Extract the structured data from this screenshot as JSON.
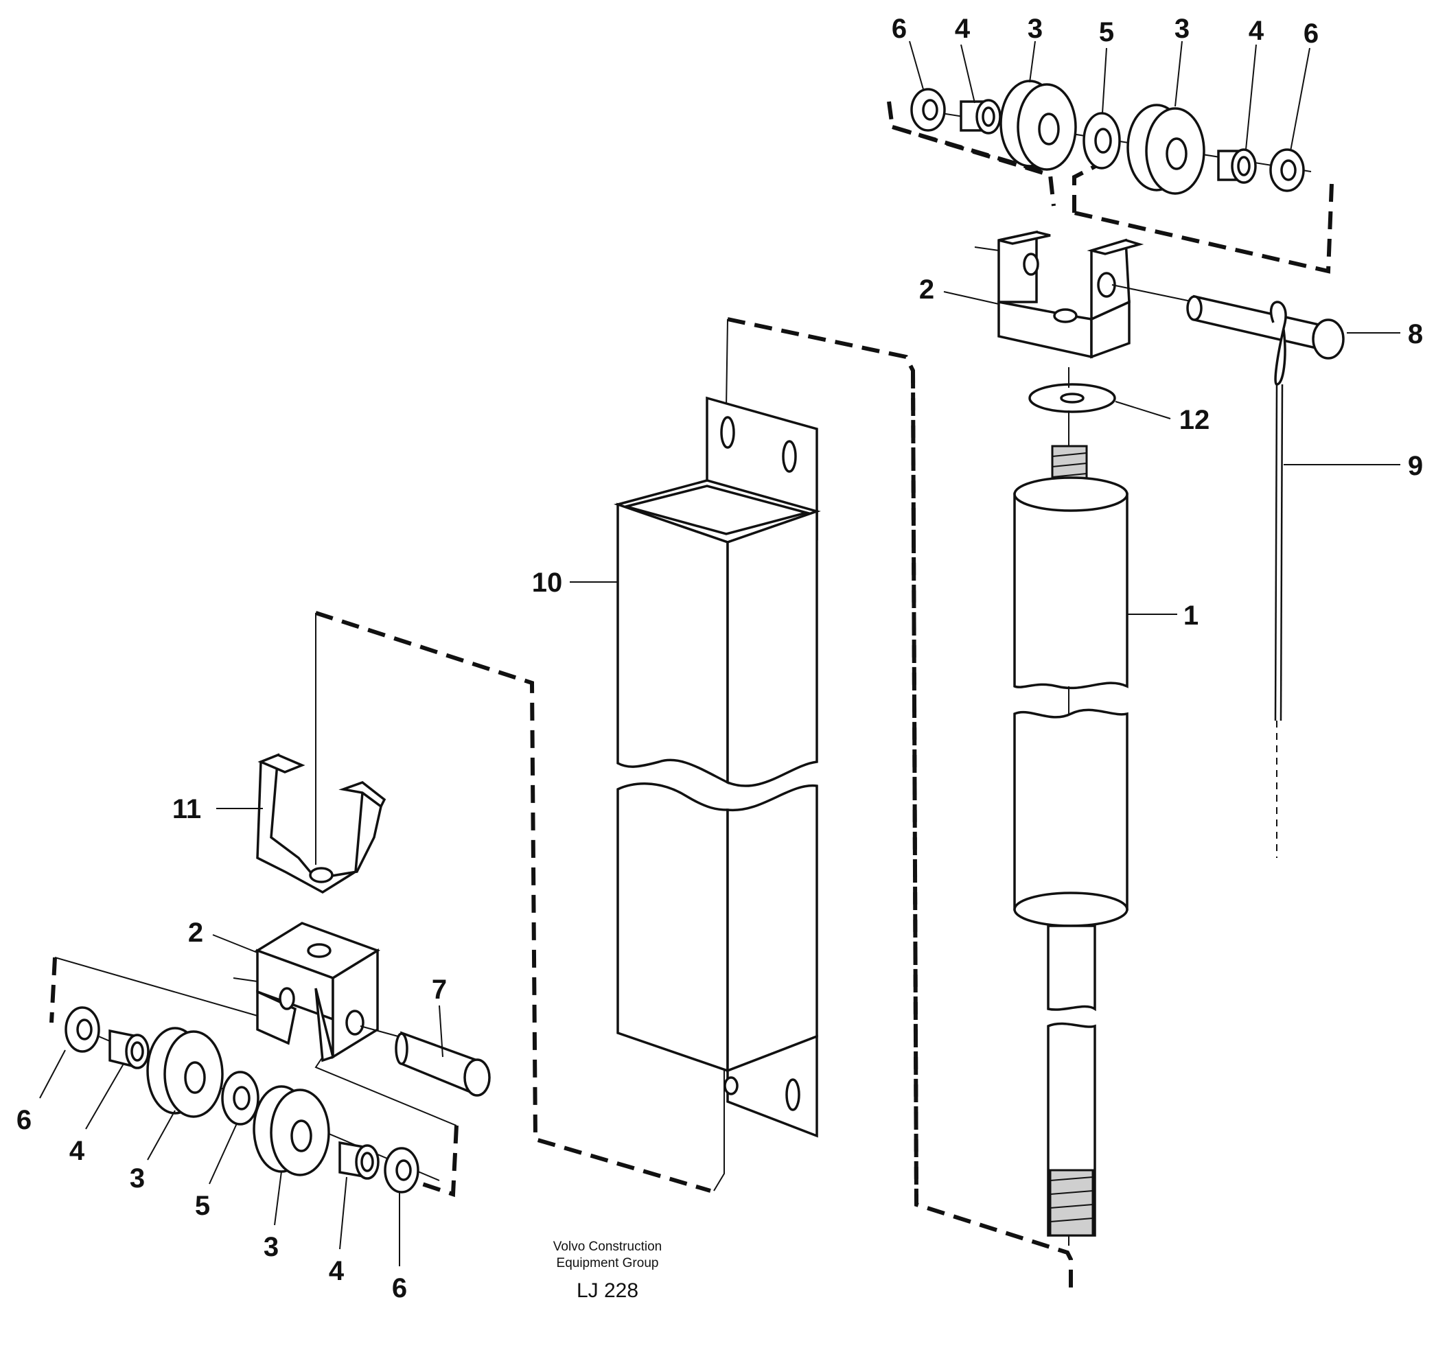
{
  "diagram": {
    "caption": {
      "line1": "Volvo Construction",
      "line2": "Equipment Group",
      "code": "LJ 228"
    },
    "callouts": {
      "tr_6a": "6",
      "tr_4a": "4",
      "tr_3a": "3",
      "tr_5": "5",
      "tr_3b": "3",
      "tr_4b": "4",
      "tr_6b": "6",
      "tr_2": "2",
      "tr_8": "8",
      "tr_12": "12",
      "tr_9": "9",
      "tr_1": "1",
      "mid_10": "10",
      "bl_11": "11",
      "bl_2": "2",
      "bl_7": "7",
      "bl_6a": "6",
      "bl_4a": "4",
      "bl_3a": "3",
      "bl_5": "5",
      "bl_3b": "3",
      "bl_4b": "4",
      "bl_6b": "6"
    }
  }
}
